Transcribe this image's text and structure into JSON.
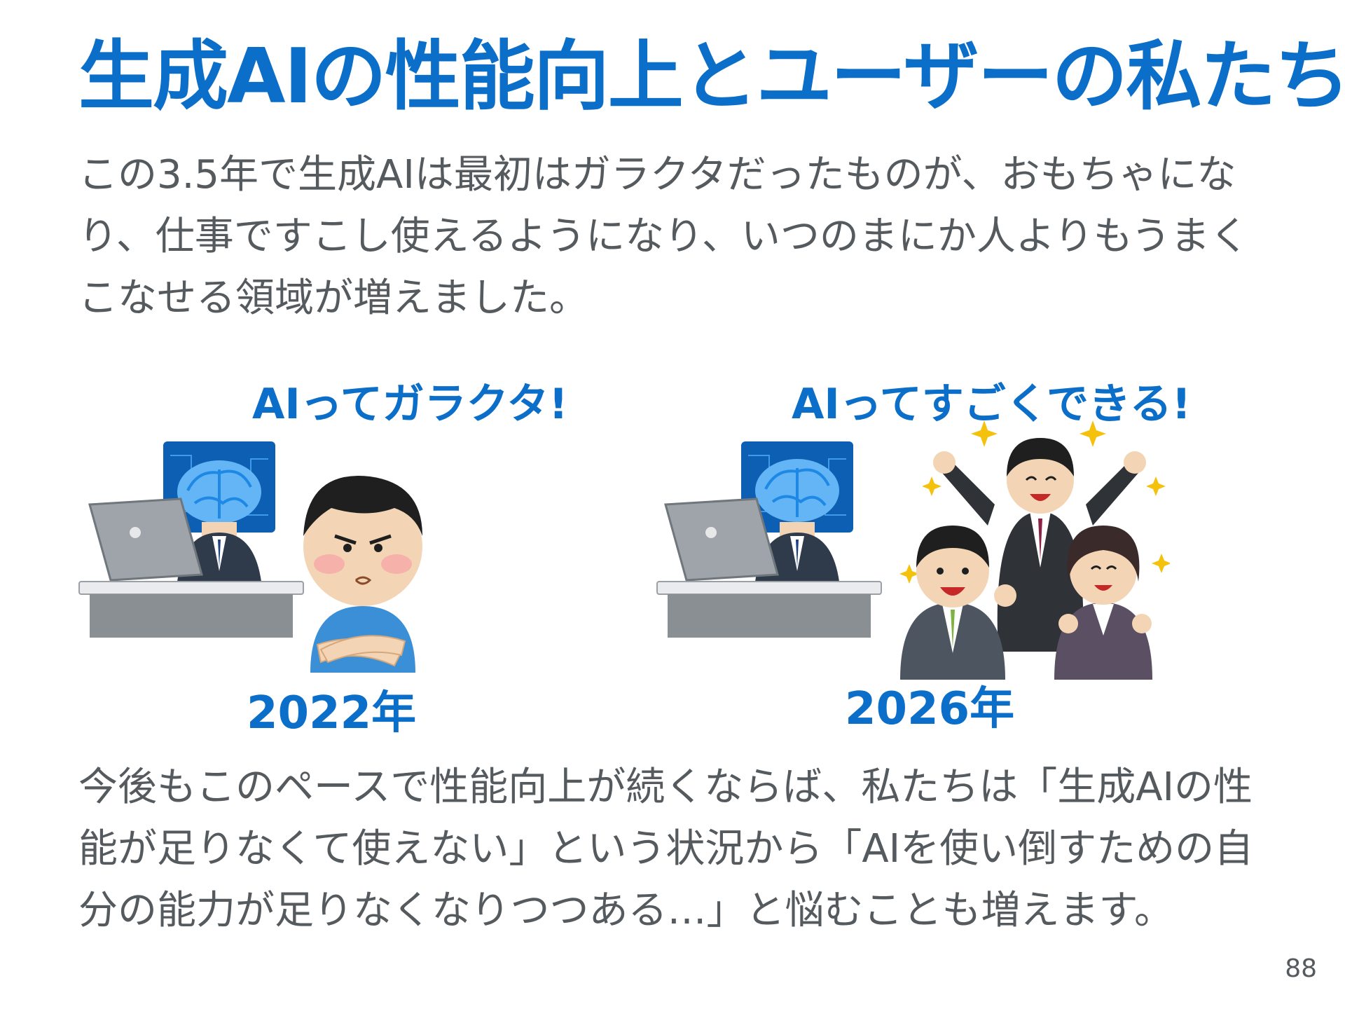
{
  "slide": {
    "title": "生成AIの性能向上とユーザーの私たち",
    "intro_lines": [
      "この3.5年で生成AIは最初はガラクタだったものが、おもちゃにな",
      "り、仕事ですこし使えるようになり、いつのまにか人よりもうまく",
      "こなせる領域が増えました。"
    ],
    "left_panel": {
      "caption": "AIってガラクタ!",
      "year": "2022年"
    },
    "right_panel": {
      "caption": "AIってすごくできる!",
      "year": "2026年"
    },
    "outro_lines": [
      "今後もこのペースで性能向上が続くならば、私たちは「生成AIの性",
      "能が足りなくて使えない」という状況から「AIを使い倒すための自",
      "分の能力が足りなくなりつつある…」と悩むことも増えます。"
    ],
    "page_number": "88"
  },
  "colors": {
    "accent": "#0b6ec9",
    "body_text": "#555a5e"
  }
}
